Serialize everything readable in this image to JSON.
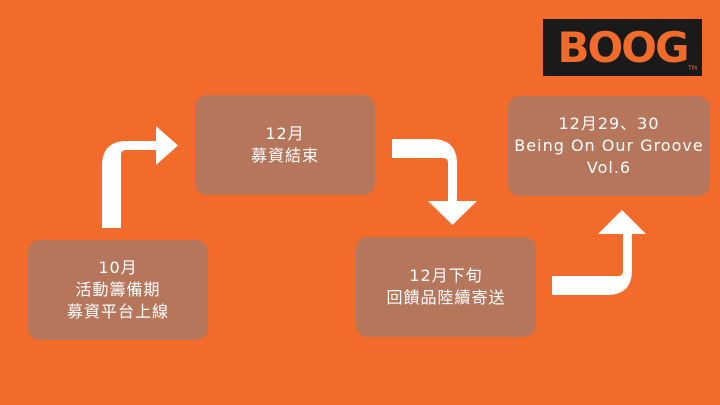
{
  "colors": {
    "background": "#f26b2b",
    "box": "#b5765c",
    "text": "#ffffff",
    "logo_bg": "#1a1a1a"
  },
  "logo": {
    "text": "BOOG",
    "tm": "TM"
  },
  "steps": [
    {
      "lines": [
        "10月",
        "活動籌備期",
        "募資平台上線"
      ]
    },
    {
      "lines": [
        "12月",
        "募資結束"
      ]
    },
    {
      "lines": [
        "12月下旬",
        "回饋品陸續寄送"
      ]
    },
    {
      "lines": [
        "12月29、30",
        "Being On Our Groove",
        "Vol.6"
      ]
    }
  ]
}
